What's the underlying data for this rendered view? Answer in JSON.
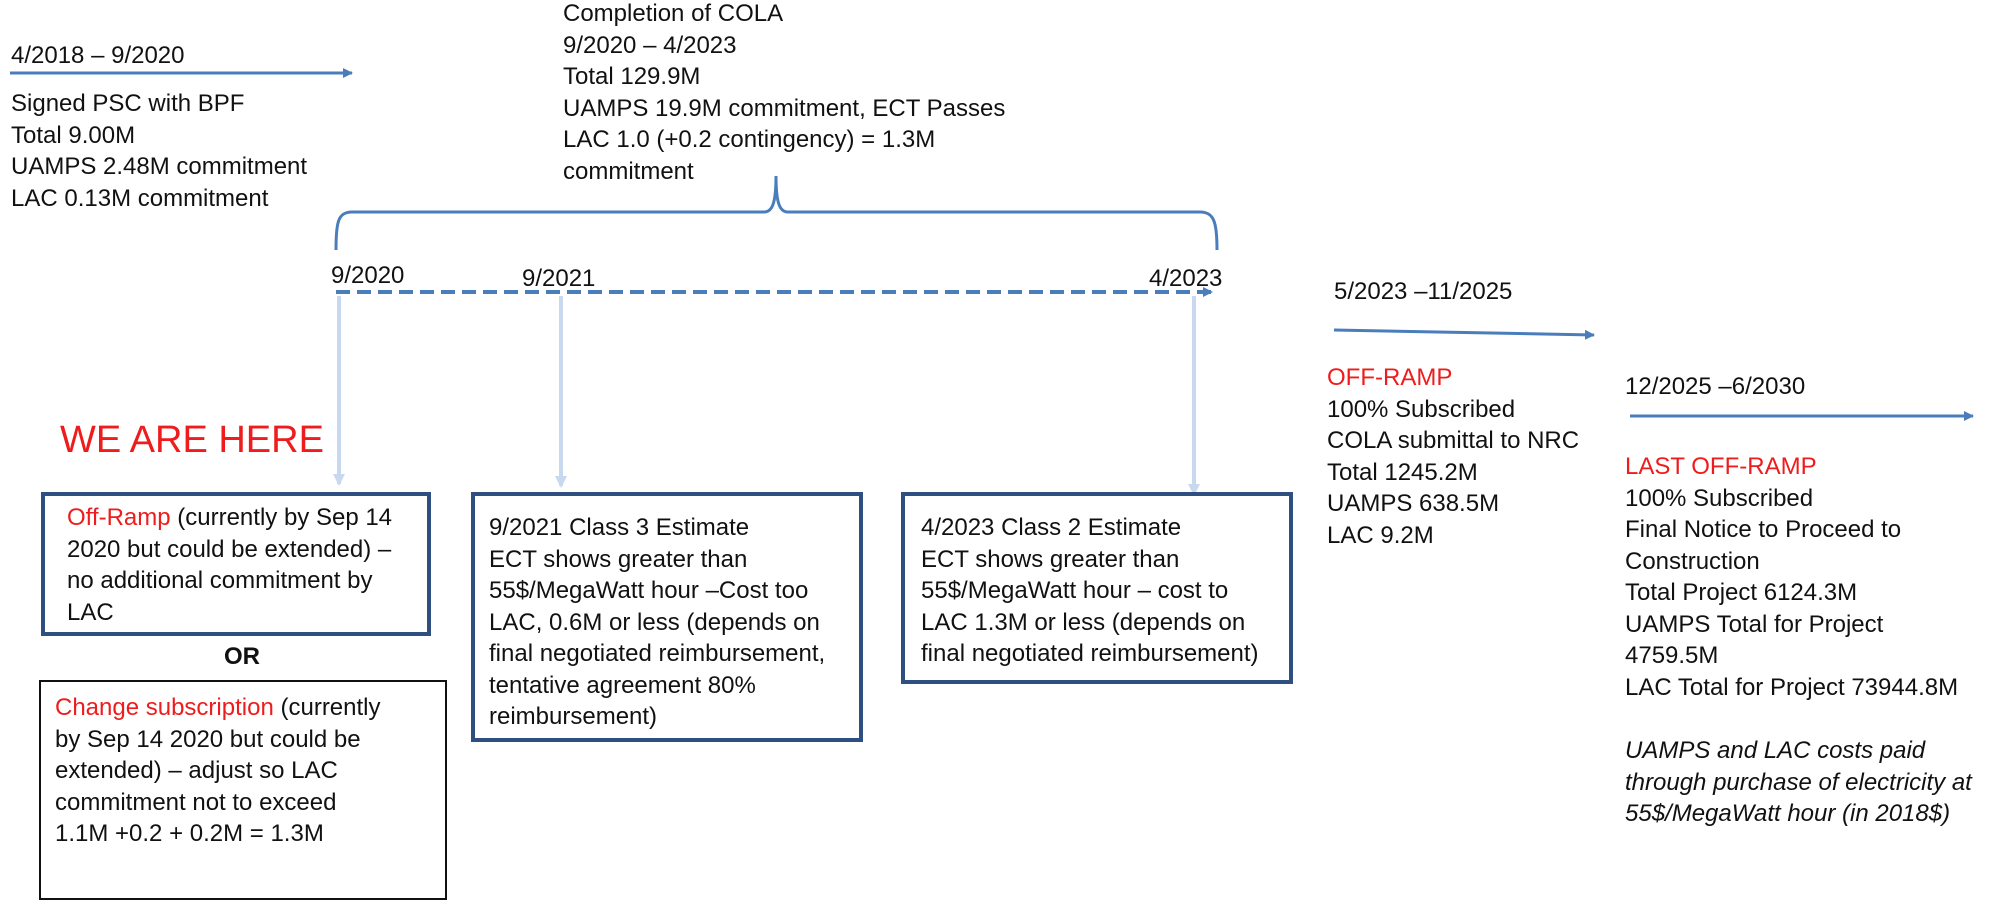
{
  "phase1": {
    "dates": "4/2018 – 9/2020",
    "lines": [
      "Signed PSC with BPF",
      "Total 9.00M",
      "UAMPS 2.48M commitment",
      "LAC 0.13M commitment"
    ]
  },
  "phase2": {
    "lines": [
      "Completion of COLA",
      "9/2020 – 4/2023",
      "Total 129.9M",
      "UAMPS 19.9M commitment, ECT Passes",
      "LAC 1.0 (+0.2 contingency) = 1.3M",
      "commitment"
    ],
    "timeline_labels": [
      "9/2020",
      "9/2021",
      "4/2023"
    ]
  },
  "we_are_here": "WE ARE HERE",
  "offramp_box": {
    "lead": "Off-Ramp",
    "line1_rest": " (currently by Sep 14",
    "lines": [
      "2020 but could be extended) –",
      "no additional commitment by",
      "LAC"
    ]
  },
  "or_label": "OR",
  "change_box": {
    "lead": "Change subscription",
    "line1_rest": " (currently",
    "lines": [
      "by Sep 14 2020 but could be",
      "extended) – adjust so LAC",
      "commitment not to exceed",
      "1.1M +0.2 + 0.2M = 1.3M"
    ]
  },
  "class3_box": {
    "lines": [
      "9/2021 Class 3 Estimate",
      "ECT shows greater than",
      "55$/MegaWatt hour –Cost too",
      "LAC, 0.6M or less (depends on",
      "final negotiated reimbursement,",
      "tentative agreement 80%",
      "reimbursement)"
    ]
  },
  "class2_box": {
    "lines": [
      "4/2023 Class 2 Estimate",
      "ECT shows greater than",
      "55$/MegaWatt hour – cost to",
      "LAC  1.3M or less (depends on",
      "final negotiated reimbursement)"
    ]
  },
  "phase3": {
    "dates": "5/2023 –11/2025",
    "heading": "OFF-RAMP",
    "lines": [
      "100% Subscribed",
      "COLA submittal to NRC",
      "Total 1245.2M",
      "UAMPS 638.5M",
      "LAC 9.2M"
    ]
  },
  "phase4": {
    "dates": "12/2025 –6/2030",
    "heading": "LAST OFF-RAMP",
    "lines": [
      "100% Subscribed",
      "Final Notice to Proceed to",
      "Construction",
      "Total Project 6124.3M",
      "UAMPS Total for Project",
      "4759.5M",
      "LAC Total for Project 73944.8M"
    ],
    "note": [
      "UAMPS and LAC costs paid",
      "through purchase of electricity at",
      "55$/MegaWatt hour (in 2018$)"
    ]
  },
  "colors": {
    "arrow_blue": "#4a7ebb",
    "light_blue": "#c8d9ef",
    "box_border": "#2e4f7f",
    "red": "#ee1c1c"
  }
}
